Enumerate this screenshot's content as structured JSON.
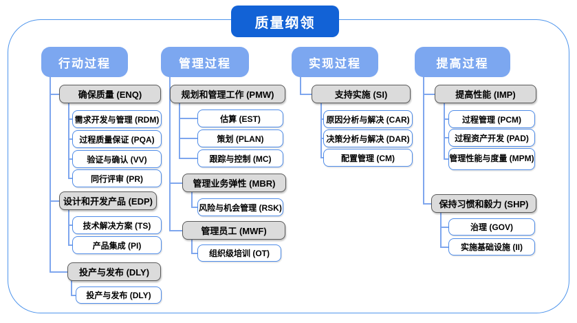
{
  "title": "质量纲领",
  "colors": {
    "title_bg": "#1262D6",
    "header_bg": "#7CA7F0",
    "parent_fill": "#DBDBDB",
    "parent_border": "#595959",
    "child_border": "#4D8BE8",
    "connector": "#7EA6EE",
    "frame_border": "#4D94EC"
  },
  "columns": [
    {
      "header": "行动过程",
      "groups": [
        {
          "label": "确保质量 (ENQ)",
          "children": [
            "需求开发与管理 (RDM)",
            "过程质量保证 (PQA)",
            "验证与确认 (VV)",
            "同行评审 (PR)"
          ]
        },
        {
          "label": "设计和开发产品 (EDP)",
          "children": [
            "技术解决方案 (TS)",
            "产品集成 (PI)"
          ]
        },
        {
          "label": "投产与发布 (DLY)",
          "children": [
            "投产与发布 (DLY)"
          ]
        }
      ]
    },
    {
      "header": "管理过程",
      "groups": [
        {
          "label": "规划和管理工作 (PMW)",
          "children": [
            "估算 (EST)",
            "策划 (PLAN)",
            "跟踪与控制 (MC)"
          ]
        },
        {
          "label": "管理业务弹性 (MBR)",
          "children": [
            "风险与机会管理 (RSK)"
          ]
        },
        {
          "label": "管理员工 (MWF)",
          "children": [
            "组织级培训 (OT)"
          ]
        }
      ]
    },
    {
      "header": "实现过程",
      "groups": [
        {
          "label": "支持实施 (SI)",
          "children": [
            "原因分析与解决 (CAR)",
            "决策分析与解决 (DAR)",
            "配置管理 (CM)"
          ]
        }
      ]
    },
    {
      "header": "提高过程",
      "groups": [
        {
          "label": "提高性能 (IMP)",
          "children": [
            "过程管理 (PCM)",
            "过程资产开发 (PAD)",
            "管理性能与度量 (MPM)"
          ]
        },
        {
          "label": "保持习惯和毅力 (SHP)",
          "children": [
            "治理 (GOV)",
            "实施基础设施 (II)"
          ]
        }
      ]
    }
  ]
}
